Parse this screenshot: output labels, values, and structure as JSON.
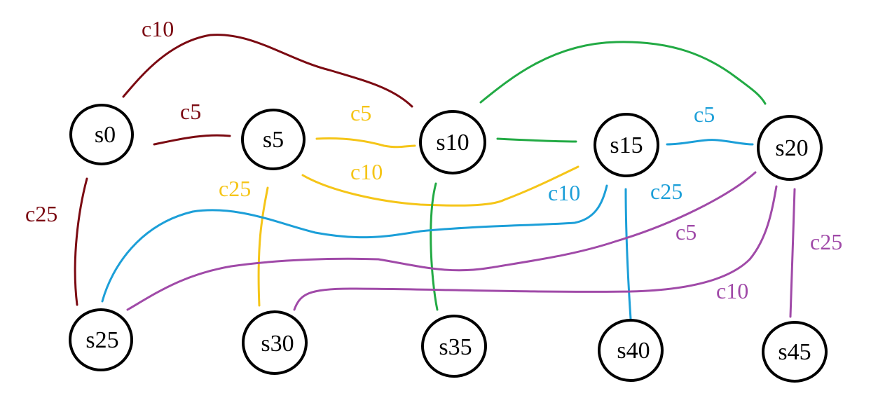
{
  "colors": {
    "coin_5_from_s0": "#7b0a12",
    "from_s5": "#f5c518",
    "from_s10": "#22aa44",
    "from_s15": "#1c9fd8",
    "from_s20": "#a04aa8",
    "node_stroke": "#000000"
  },
  "nodes": [
    {
      "id": "s0",
      "label": "s0"
    },
    {
      "id": "s5",
      "label": "s5"
    },
    {
      "id": "s10",
      "label": "s10"
    },
    {
      "id": "s15",
      "label": "s15"
    },
    {
      "id": "s20",
      "label": "s20"
    },
    {
      "id": "s25",
      "label": "s25"
    },
    {
      "id": "s30",
      "label": "s30"
    },
    {
      "id": "s35",
      "label": "s35"
    },
    {
      "id": "s40",
      "label": "s40"
    },
    {
      "id": "s45",
      "label": "s45"
    }
  ],
  "edges": [
    {
      "from": "s0",
      "to": "s10",
      "label": "c10",
      "color": "#7b0a12"
    },
    {
      "from": "s0",
      "to": "s5",
      "label": "c5",
      "color": "#7b0a12"
    },
    {
      "from": "s0",
      "to": "s25",
      "label": "c25",
      "color": "#7b0a12"
    },
    {
      "from": "s5",
      "to": "s10",
      "label": "c5",
      "color": "#f5c518"
    },
    {
      "from": "s5",
      "to": "s15",
      "label": "c10",
      "color": "#f5c518"
    },
    {
      "from": "s5",
      "to": "s30",
      "label": "c25",
      "color": "#f5c518"
    },
    {
      "from": "s10",
      "to": "s20",
      "label": "",
      "color": "#22aa44"
    },
    {
      "from": "s10",
      "to": "s15",
      "label": "",
      "color": "#22aa44"
    },
    {
      "from": "s10",
      "to": "s35",
      "label": "",
      "color": "#22aa44"
    },
    {
      "from": "s15",
      "to": "s20",
      "label": "c5",
      "color": "#1c9fd8"
    },
    {
      "from": "s15",
      "to": "s25",
      "label": "c10",
      "color": "#1c9fd8"
    },
    {
      "from": "s15",
      "to": "s40",
      "label": "c25",
      "color": "#1c9fd8"
    },
    {
      "from": "s20",
      "to": "s25",
      "label": "c5",
      "color": "#a04aa8"
    },
    {
      "from": "s20",
      "to": "s30",
      "label": "c10",
      "color": "#a04aa8"
    },
    {
      "from": "s20",
      "to": "s45",
      "label": "c25",
      "color": "#a04aa8"
    }
  ]
}
